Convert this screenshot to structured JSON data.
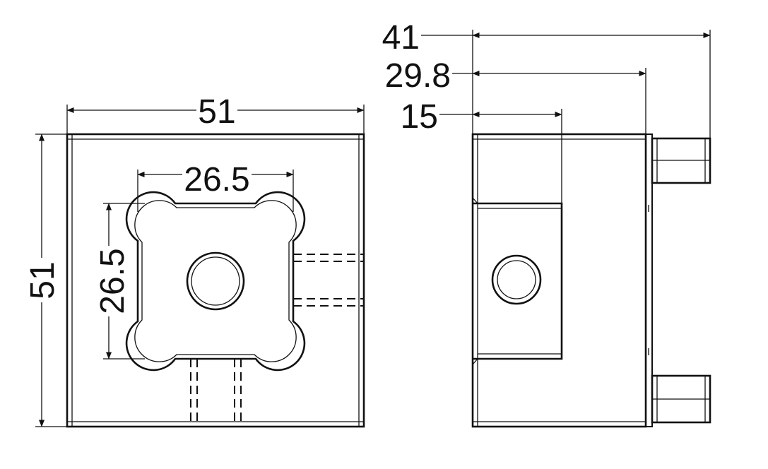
{
  "front_view": {
    "width_label": "51",
    "height_label": "51",
    "bore_width_label": "26.5",
    "bore_height_label": "26.5"
  },
  "side_view": {
    "overall_depth_label": "41",
    "body_depth_label": "29.8",
    "slot_depth_label": "15"
  }
}
